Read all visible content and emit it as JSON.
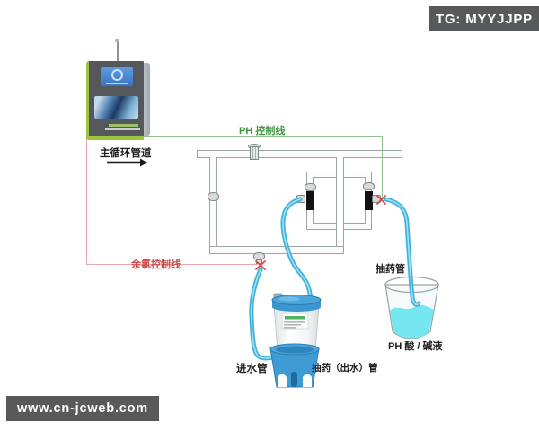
{
  "watermarks": {
    "top_right_badge": {
      "text": "TG: MYYJJPP",
      "bg": "#58595b",
      "fg": "#ffffff"
    },
    "bottom_left_badge": {
      "text": "www.cn-jcweb.com",
      "bg": "#595959",
      "fg": "#ffffff"
    }
  },
  "diagram": {
    "labels": {
      "main_pipe": "主循环管道",
      "ph_control_line": "PH 控制线",
      "chlorine_control_line": "余氯控制线",
      "suction_pipe": "抽药管",
      "water_inlet_pipe": "进水管",
      "dose_outlet_pipe": "抽药（出水）管",
      "ph_solution": "PH 酸 / 碱液"
    },
    "colors": {
      "ph_line": "#8fbe8f",
      "ph_text": "#3f9640",
      "chlorine_line": "#eda6a6",
      "chlorine_text": "#c84848",
      "tube": "#54c4e4",
      "liquid": "#74e7f0",
      "pump_blue": "#3e9bd3",
      "pipe_outline": "#9ba5a5",
      "device_trim_green": "#9cc43e",
      "badge_bg": "#58595b"
    }
  }
}
